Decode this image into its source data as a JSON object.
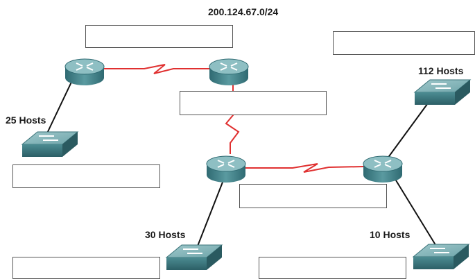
{
  "network_address": "200.124.67.0/24",
  "host_labels": {
    "top_left_lan": "25 Hosts",
    "bottom_left_lan": "30 Hosts",
    "top_right_lan": "112 Hosts",
    "bottom_right_lan": "10 Hosts"
  },
  "answer_boxes": {
    "top_left": "",
    "top_right": "",
    "middle_link": "",
    "left_lan": "",
    "center_link": "",
    "bottom_left": "",
    "bottom_right": ""
  },
  "colors": {
    "serial_link": "#e03030",
    "ethernet_link": "#111111",
    "device_body": "#3f7f86",
    "device_top": "#86b9bd",
    "box_border": "#555555"
  },
  "icons": [
    "router-icon",
    "switch-icon",
    "serial-link-icon"
  ]
}
